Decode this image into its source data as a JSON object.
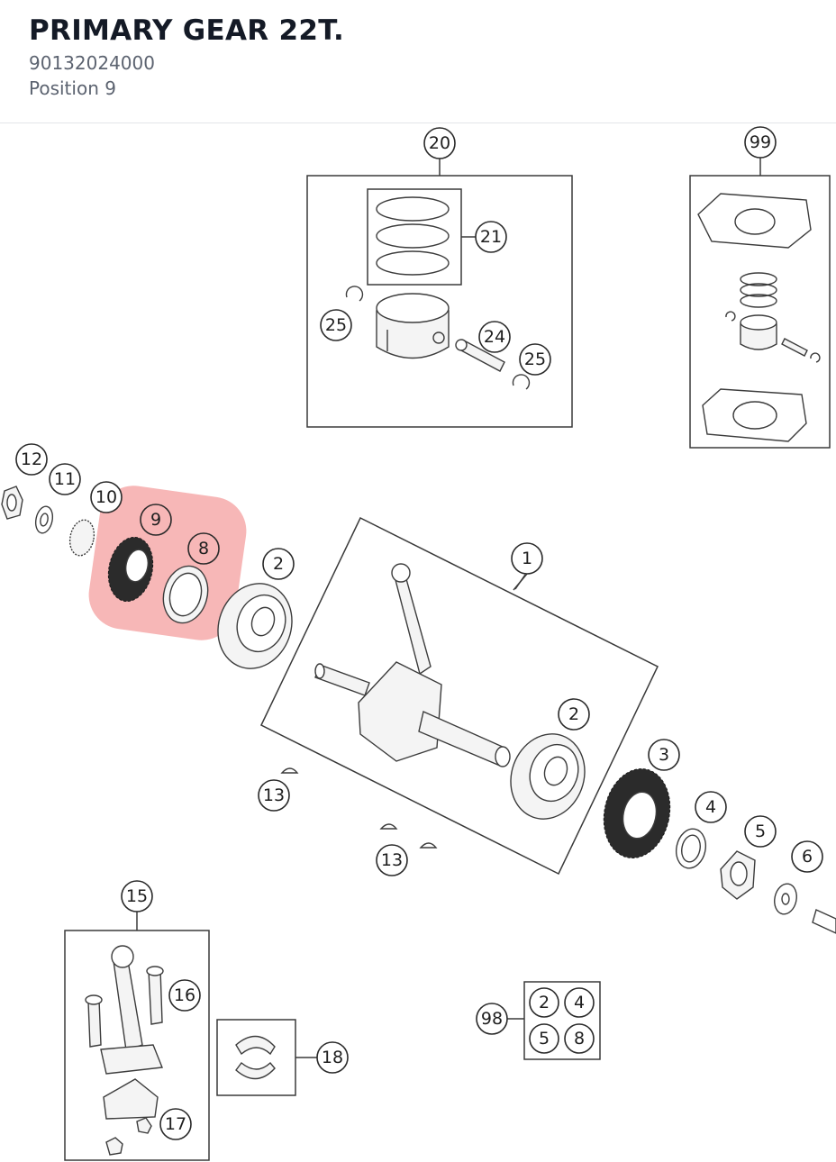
{
  "header": {
    "title": "PRIMARY GEAR 22T.",
    "part_number": "90132024000",
    "position": "Position 9"
  },
  "diagram": {
    "highlight_color": "#f28b8b",
    "callouts": {
      "c1": "1",
      "c2a": "2",
      "c2b": "2",
      "c3": "3",
      "c4": "4",
      "c5": "5",
      "c6": "6",
      "c8": "8",
      "c9": "9",
      "c10": "10",
      "c11": "11",
      "c12": "12",
      "c13a": "13",
      "c13b": "13",
      "c15": "15",
      "c16": "16",
      "c17": "17",
      "c18": "18",
      "c20": "20",
      "c21": "21",
      "c24": "24",
      "c25a": "25",
      "c25b": "25",
      "c98": "98",
      "c99": "99",
      "k2": "2",
      "k4": "4",
      "k5": "5",
      "k8": "8"
    }
  }
}
